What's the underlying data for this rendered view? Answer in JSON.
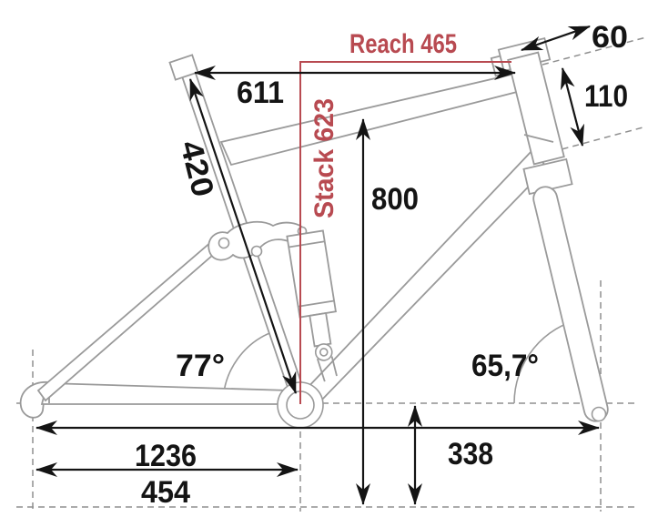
{
  "diagram": {
    "type": "bike-frame-geometry",
    "colors": {
      "accent_red": "#b84a51",
      "dimension_black": "#141414",
      "frame_gray": "#9a9a9a",
      "dashed_gray": "#8f8f8f",
      "background": "#ffffff"
    },
    "dimensions": {
      "reach": {
        "label": "Reach 465",
        "value": 465
      },
      "stack": {
        "label": "Stack 623",
        "value": 623
      },
      "top_tube": {
        "label": "611",
        "value": 611
      },
      "stem": {
        "label": "60",
        "value": 60
      },
      "head_tube": {
        "label": "110",
        "value": 110
      },
      "seat_tube": {
        "label": "420",
        "value": 420
      },
      "standover": {
        "label": "800",
        "value": 800
      },
      "seat_angle": {
        "label": "77°",
        "value": 77
      },
      "head_angle": {
        "label": "65,7°",
        "value": 65.7
      },
      "wheelbase": {
        "label": "1236",
        "value": 1236
      },
      "chainstay": {
        "label": "454",
        "value": 454
      },
      "bb_height": {
        "label": "338",
        "value": 338
      }
    }
  }
}
